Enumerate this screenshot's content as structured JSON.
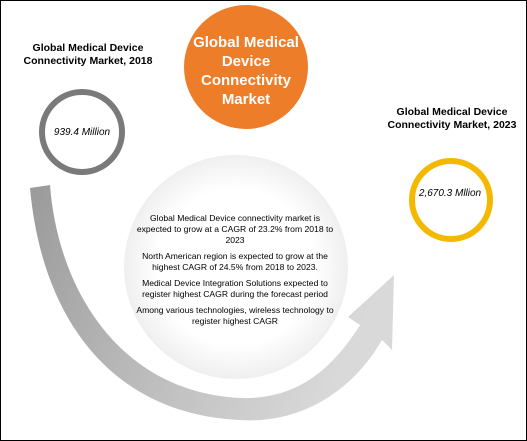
{
  "market_2018": {
    "label": "Global Medical Device Connectivity Market, 2018",
    "value": "939.4 Million"
  },
  "market_2023": {
    "label": "Global Medical Device Connectivity Market, 2023",
    "value": "2,670.3 Mllion"
  },
  "center": {
    "title": "Global Medical Device Connectivity Market"
  },
  "highlights": [
    "Global Medical Device connectivity market is expected to grow at a CAGR of 23.2% from 2018 to 2023",
    "North American region is expected to grow at the highest CAGR of 24.5% from 2018 to 2023.",
    "Medical Device Integration Solutions expected to register highest CAGR during the forecast period",
    "Among various technologies, wireless technology to register highest CAGR"
  ],
  "colors": {
    "orange": "#EE7D2A",
    "gold": "#F5B800",
    "dark_gray": "#7A7A7A",
    "arrow_gray": "#A6A6A6",
    "border": "#000000"
  }
}
